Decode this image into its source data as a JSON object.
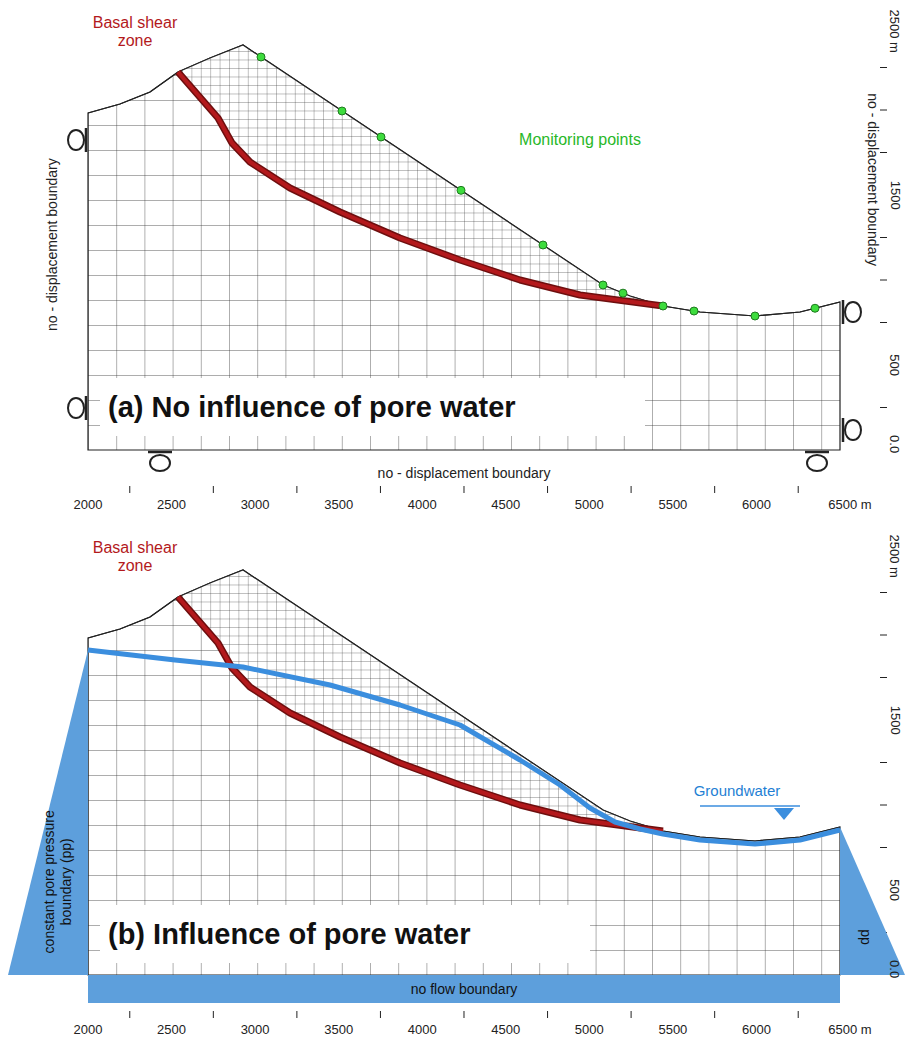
{
  "diagram": {
    "nodes": [
      {
        "text": [
          "(a) No influence of pore water"
        ]
      },
      {
        "text": [
          "constant pore pressure boundary (pp)"
        ]
      },
      {
        "text": [
          "pp"
        ]
      },
      {
        "text": [
          "no flow boundary"
        ]
      },
      {
        "text": [
          "(b) Influence of pore water"
        ]
      }
    ],
    "labels": [
      "Basal shear zone",
      "Monitoring points",
      "no - displacement boundary",
      "no - displacement boundary",
      "no - displacement boundary",
      "2500 m",
      "1500",
      "500",
      "0.0",
      "2000",
      "2500",
      "3000",
      "3500",
      "4000",
      "4500",
      "5000",
      "5500",
      "6000",
      "6500 m",
      "Basal shear zone",
      "Groundwater",
      "2500 m",
      "1500",
      "500",
      "0.0",
      "2000",
      "2500",
      "3000",
      "3500",
      "4000",
      "4500",
      "5000",
      "5500",
      "6000",
      "6500 m"
    ]
  }
}
